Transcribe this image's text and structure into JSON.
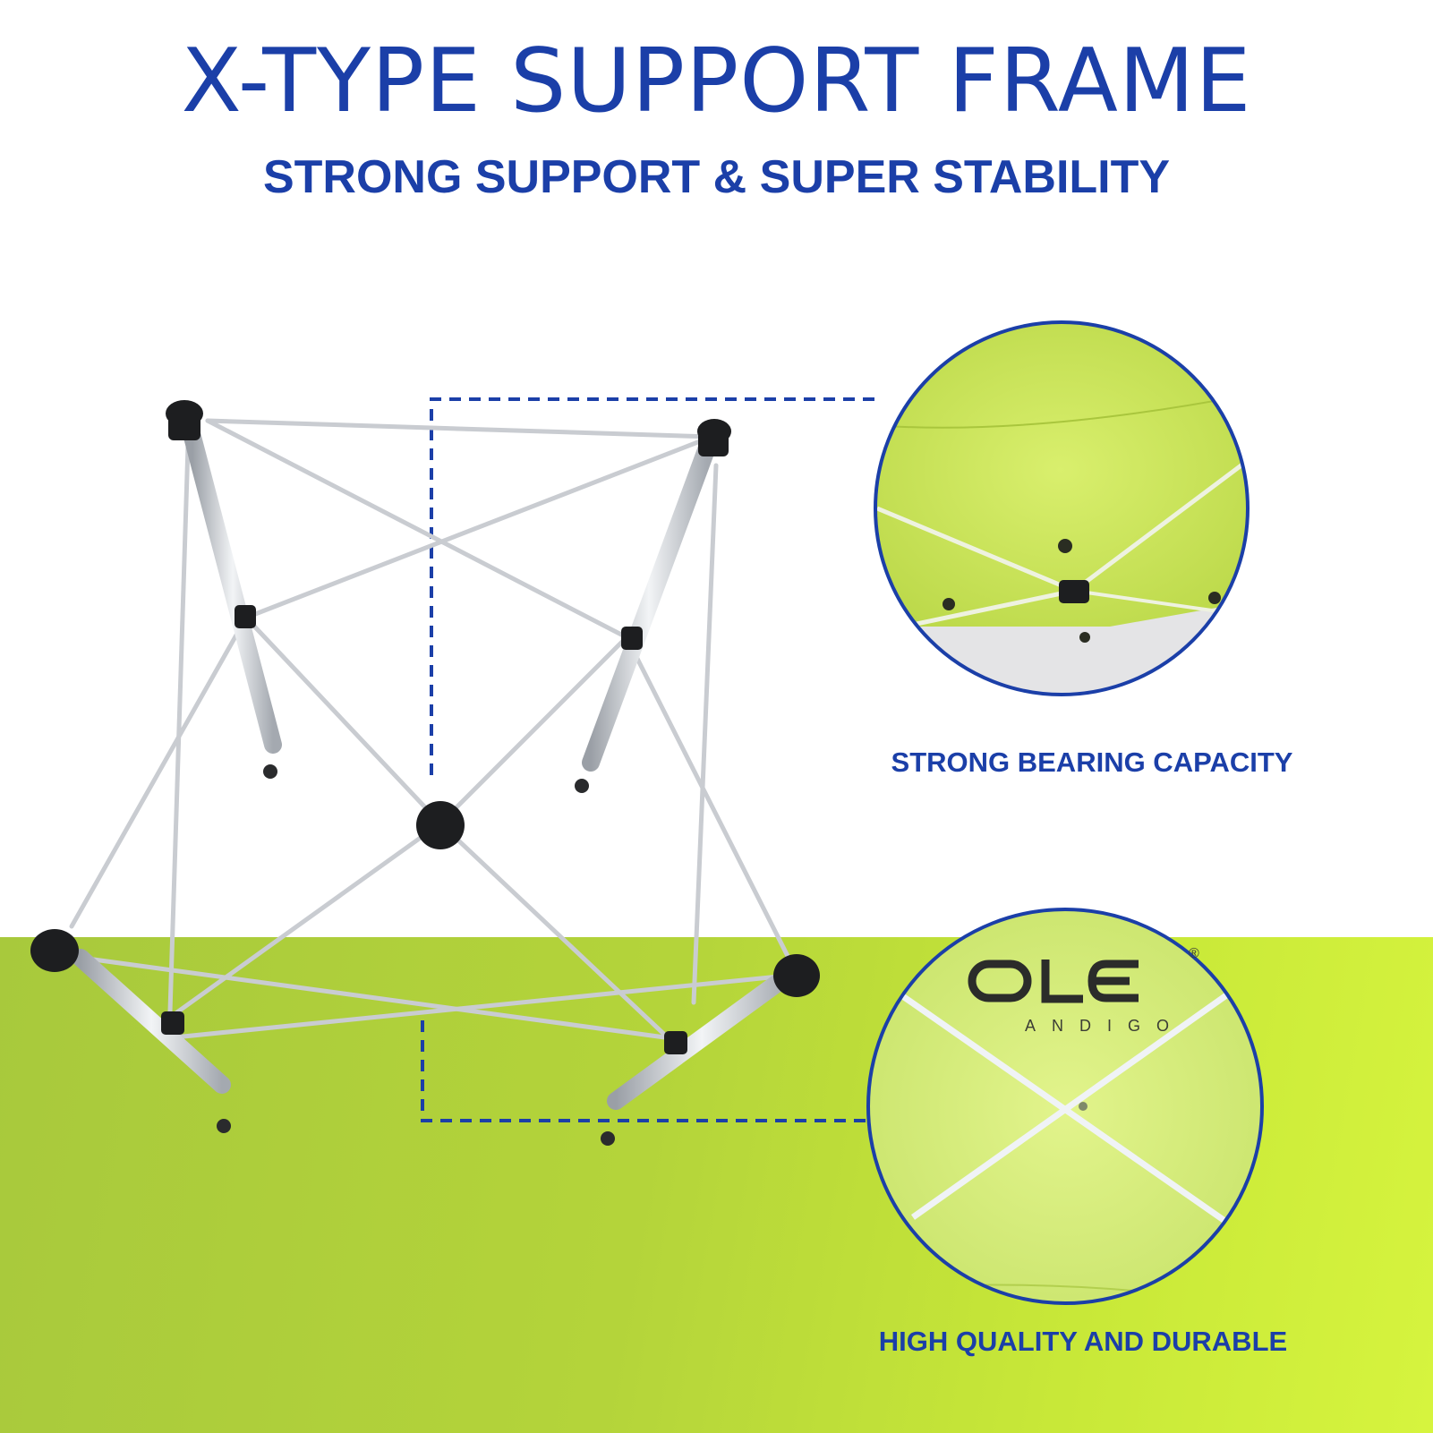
{
  "header": {
    "title": "X-TYPE SUPPORT FRAME",
    "subtitle": "STRONG SUPPORT & SUPER STABILITY"
  },
  "callouts": [
    {
      "caption": "STRONG BEARING CAPACITY"
    },
    {
      "caption": "HIGH QUALITY AND DURABLE",
      "logo_text": "OLE",
      "logo_sub": "ANDIGO",
      "logo_mark": "®"
    }
  ],
  "colors": {
    "accent_blue": "#1b3fa8",
    "canopy_green": "#d4ec6a",
    "background_green": "#b4d43a"
  }
}
